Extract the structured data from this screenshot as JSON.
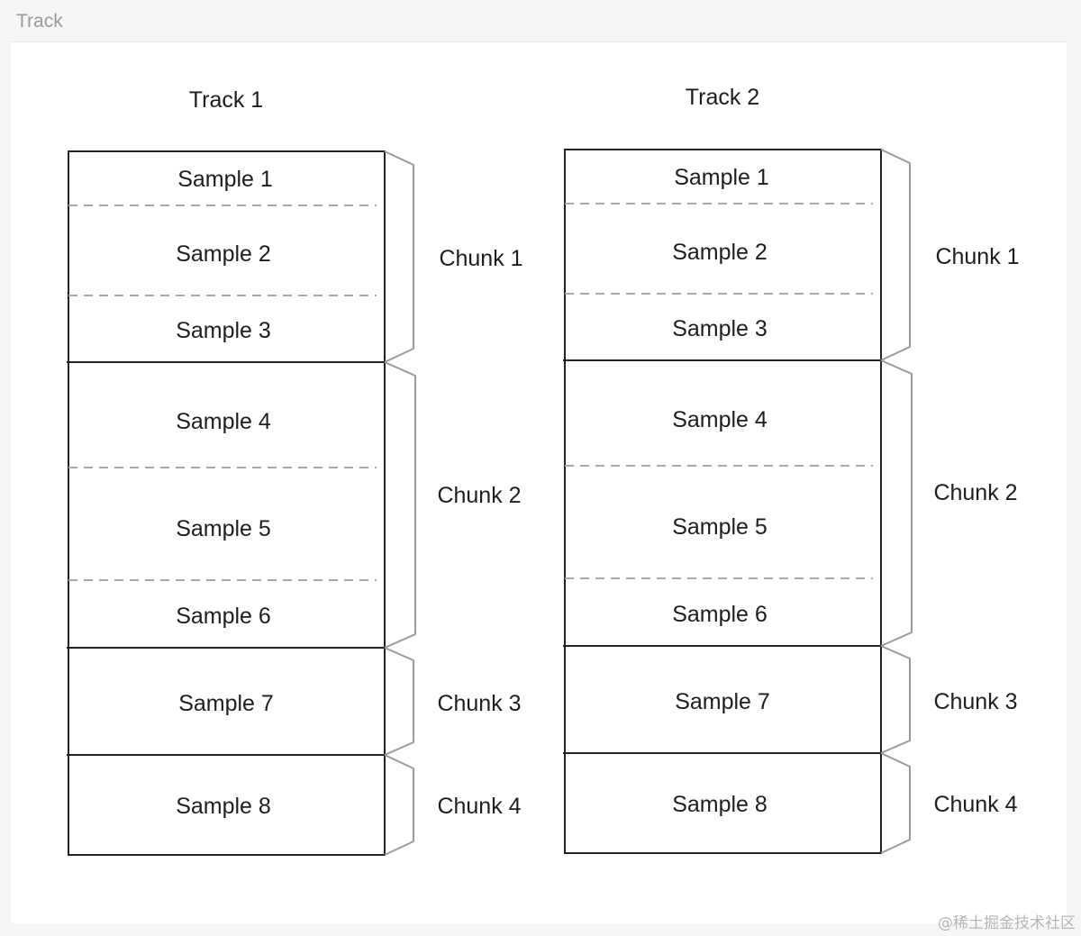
{
  "page_label": "Track",
  "watermark": "@稀土掘金技术社区",
  "colors": {
    "background": "#f6f6f6",
    "canvas": "#ffffff",
    "box_stroke": "#222222",
    "dashed_divider": "#a8a8a8",
    "brace": "#9a9a9a",
    "text": "#1e1e1e"
  },
  "tracks": [
    {
      "title": "Track 1",
      "samples": [
        "Sample 1",
        "Sample 2",
        "Sample 3",
        "Sample 4",
        "Sample 5",
        "Sample 6",
        "Sample 7",
        "Sample 8"
      ],
      "chunks": [
        {
          "label": "Chunk 1",
          "samples": [
            "Sample 1",
            "Sample 2",
            "Sample 3"
          ]
        },
        {
          "label": "Chunk 2",
          "samples": [
            "Sample 4",
            "Sample 5",
            "Sample 6"
          ]
        },
        {
          "label": "Chunk 3",
          "samples": [
            "Sample 7"
          ]
        },
        {
          "label": "Chunk 4",
          "samples": [
            "Sample 8"
          ]
        }
      ]
    },
    {
      "title": "Track 2",
      "samples": [
        "Sample 1",
        "Sample 2",
        "Sample 3",
        "Sample 4",
        "Sample 5",
        "Sample 6",
        "Sample 7",
        "Sample 8"
      ],
      "chunks": [
        {
          "label": "Chunk 1",
          "samples": [
            "Sample 1",
            "Sample 2",
            "Sample 3"
          ]
        },
        {
          "label": "Chunk 2",
          "samples": [
            "Sample 4",
            "Sample 5",
            "Sample 6"
          ]
        },
        {
          "label": "Chunk 3",
          "samples": [
            "Sample 7"
          ]
        },
        {
          "label": "Chunk 4",
          "samples": [
            "Sample 8"
          ]
        }
      ]
    }
  ]
}
